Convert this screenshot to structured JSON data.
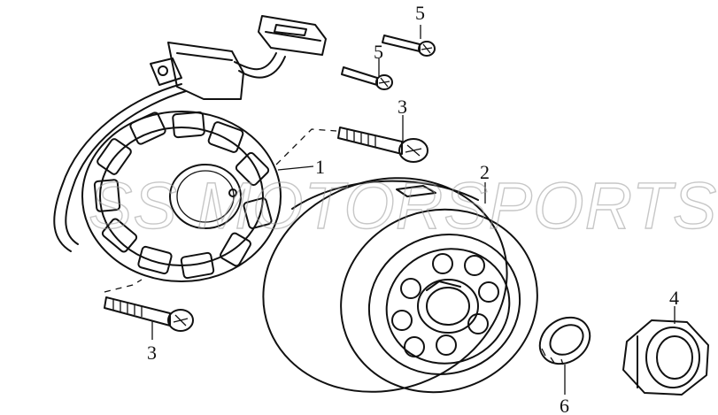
{
  "watermark": "SS MOTORSPORTS",
  "callouts": [
    {
      "id": "c5a",
      "text": "5"
    },
    {
      "id": "c5b",
      "text": "5"
    },
    {
      "id": "c3a",
      "text": "3"
    },
    {
      "id": "c1",
      "text": "1"
    },
    {
      "id": "c2",
      "text": "2"
    },
    {
      "id": "c3b",
      "text": "3"
    },
    {
      "id": "c4",
      "text": "4"
    },
    {
      "id": "c6",
      "text": "6"
    }
  ]
}
